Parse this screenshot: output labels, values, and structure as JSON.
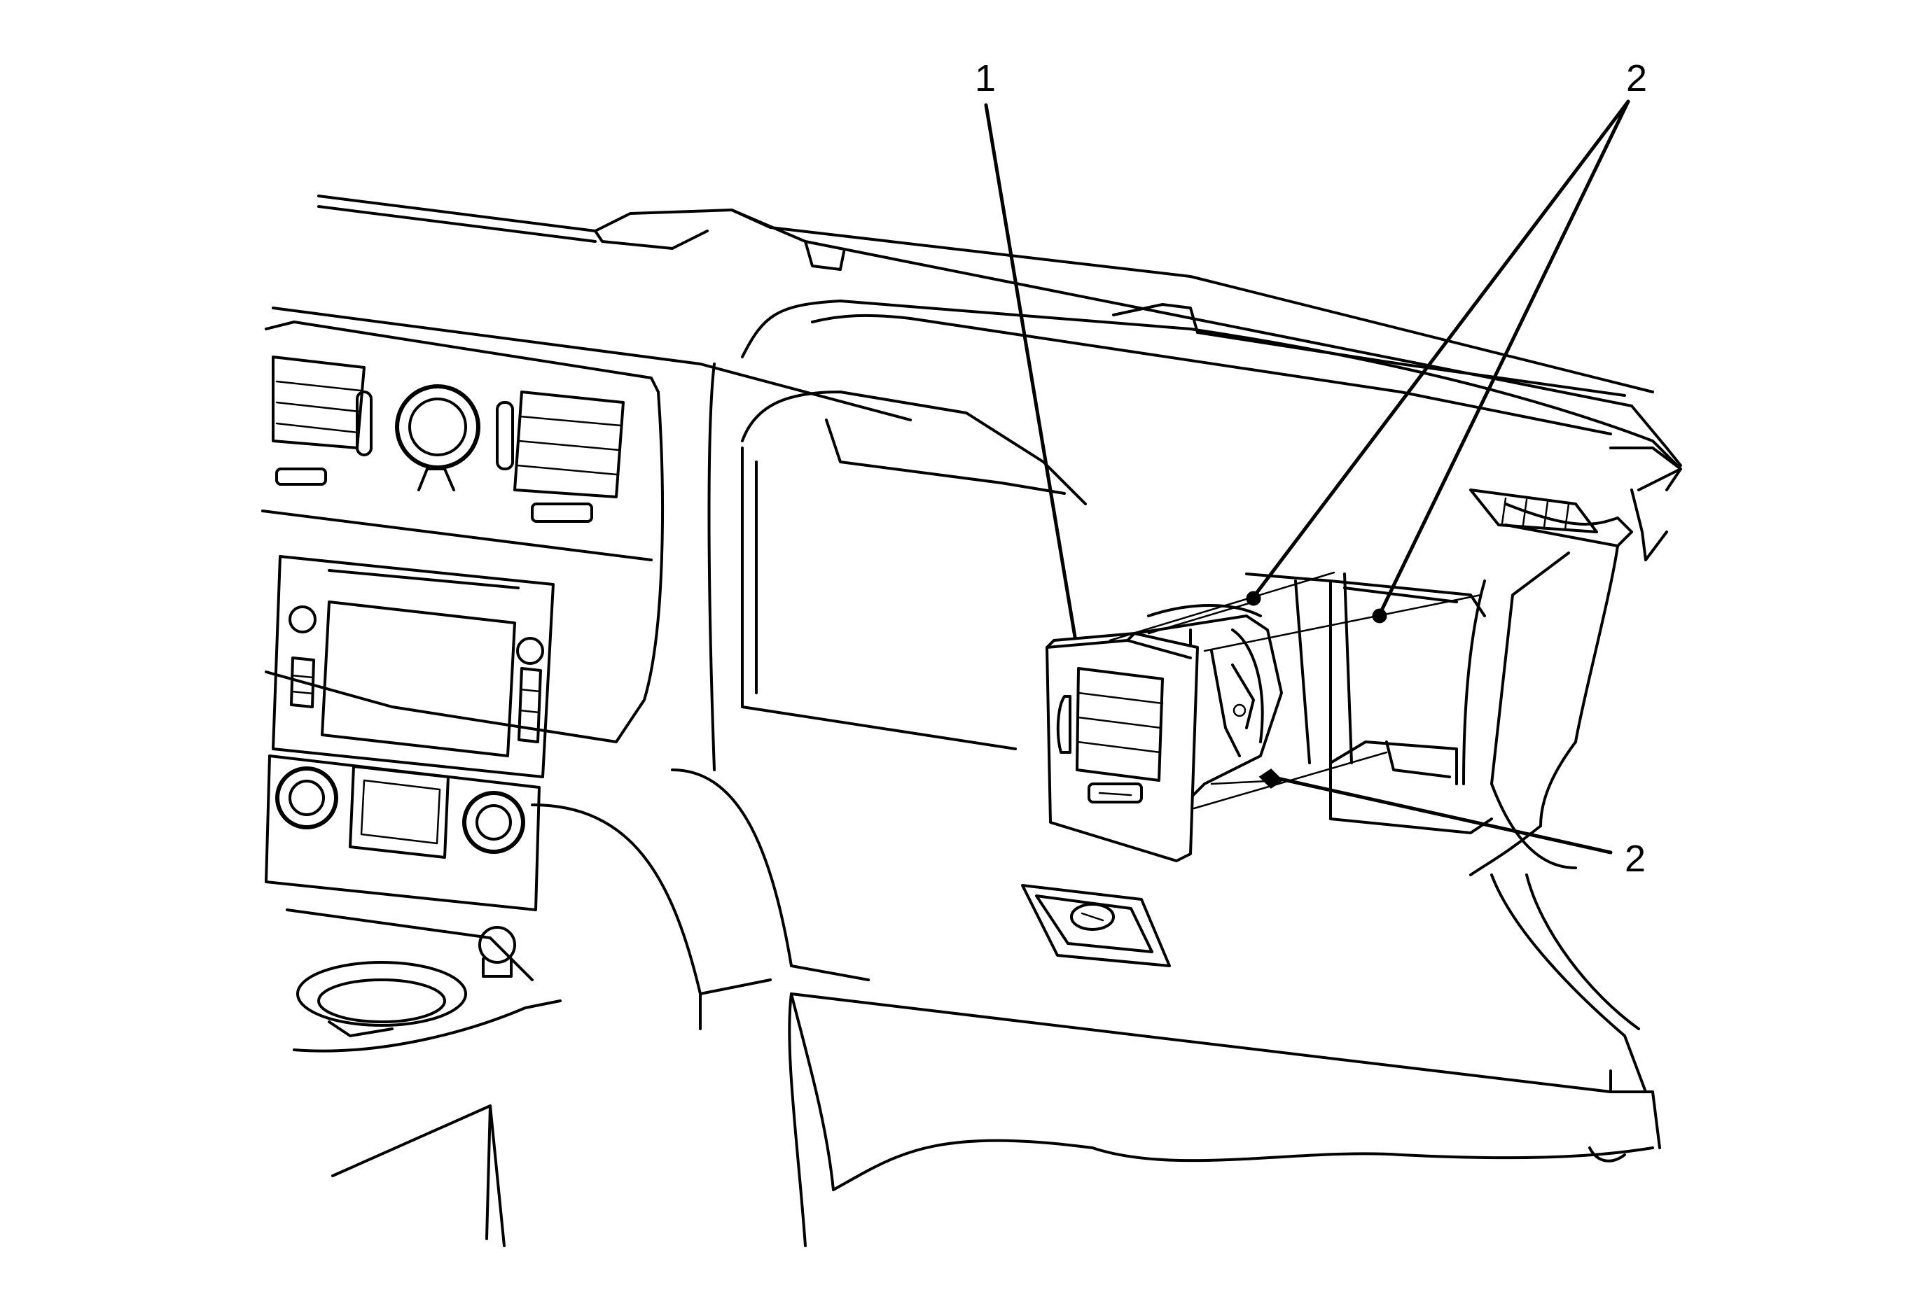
{
  "callouts": {
    "c1": "1",
    "c2_top": "2",
    "c2_bottom": "2"
  },
  "colors": {
    "line": "#000000",
    "background": "#ffffff"
  }
}
